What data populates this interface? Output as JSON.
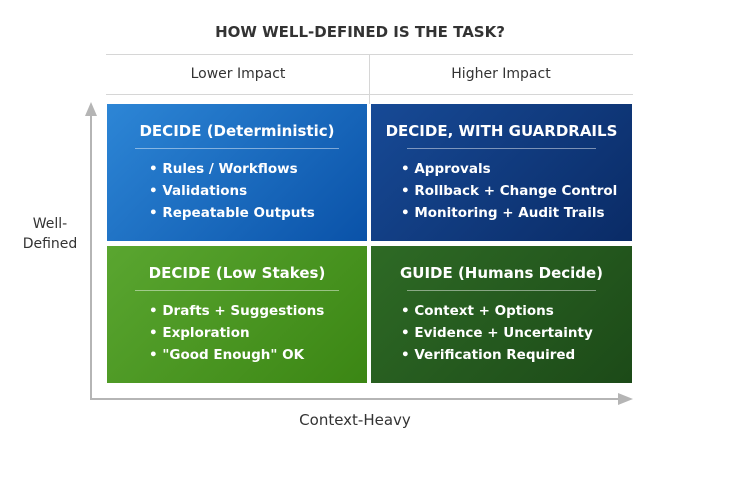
{
  "title": "HOW WELL-DEFINED IS THE TASK?",
  "columns": [
    "Lower Impact",
    "Higher Impact"
  ],
  "y_axis_label": "Well-\nDefined",
  "x_axis_label": "Context-Heavy",
  "quadrants": [
    {
      "title": "DECIDE (Deterministic)",
      "items": [
        "Rules / Workflows",
        "Validations",
        "Repeatable Outputs"
      ],
      "color": "#1a6cc4"
    },
    {
      "title": "DECIDE, WITH GUARDRAILS",
      "items": [
        "Approvals",
        "Rollback + Change Control",
        "Monitoring + Audit Trails"
      ],
      "color": "#103a7e"
    },
    {
      "title": "DECIDE (Low Stakes)",
      "items": [
        "Drafts + Suggestions",
        "Exploration",
        "\"Good Enough\" OK"
      ],
      "color": "#4a9622"
    },
    {
      "title": "GUIDE (Humans Decide)",
      "items": [
        "Context + Options",
        "Evidence + Uncertainty",
        "Verification Required"
      ],
      "color": "#245a1e"
    }
  ]
}
